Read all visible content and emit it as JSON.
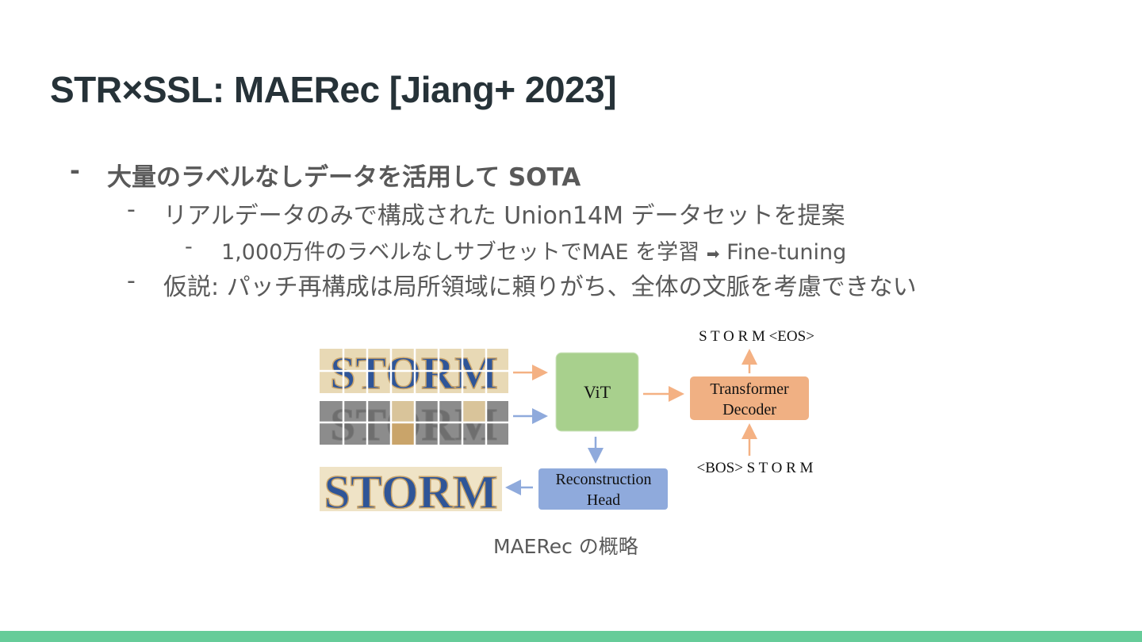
{
  "slide": {
    "title": "STR×SSL: MAERec [Jiang+ 2023]",
    "bullets": [
      {
        "dash": "-",
        "text": "大量のラベルなしデータを活用して   SOTA"
      },
      {
        "dash": "-",
        "text": "リアルデータのみで構成された Union14M データセットを提案"
      },
      {
        "dash": "-",
        "text": "1,000万件のラベルなしサブセットでMAE を学習",
        "arrow": "➡",
        "tail": "Fine-tuning"
      },
      {
        "dash": "-",
        "text": "仮説: パッチ再構成は局所領域に頼りがち、全体の文脈を考慮できない"
      }
    ],
    "figure": {
      "image_word": "STORM",
      "vit_label": "ViT",
      "decoder_label_1": "Transformer",
      "decoder_label_2": "Decoder",
      "head_label_1": "Reconstruction",
      "head_label_2": "Head",
      "output_tokens": "S T O R M <EOS>",
      "input_tokens": "<BOS> S T O R M",
      "colors": {
        "vit": "#a8d08d",
        "decoder": "#f0b083",
        "head": "#8faadc",
        "arrow_orange": "#f4b183",
        "arrow_blue": "#8faadc",
        "letter_fill": "#2f5597",
        "letter_bg": "#c9a46a"
      }
    },
    "caption": "MAERec の概略",
    "colors": {
      "footer_bar": "#66cc99",
      "title": "#263238",
      "body": "#595959"
    }
  }
}
